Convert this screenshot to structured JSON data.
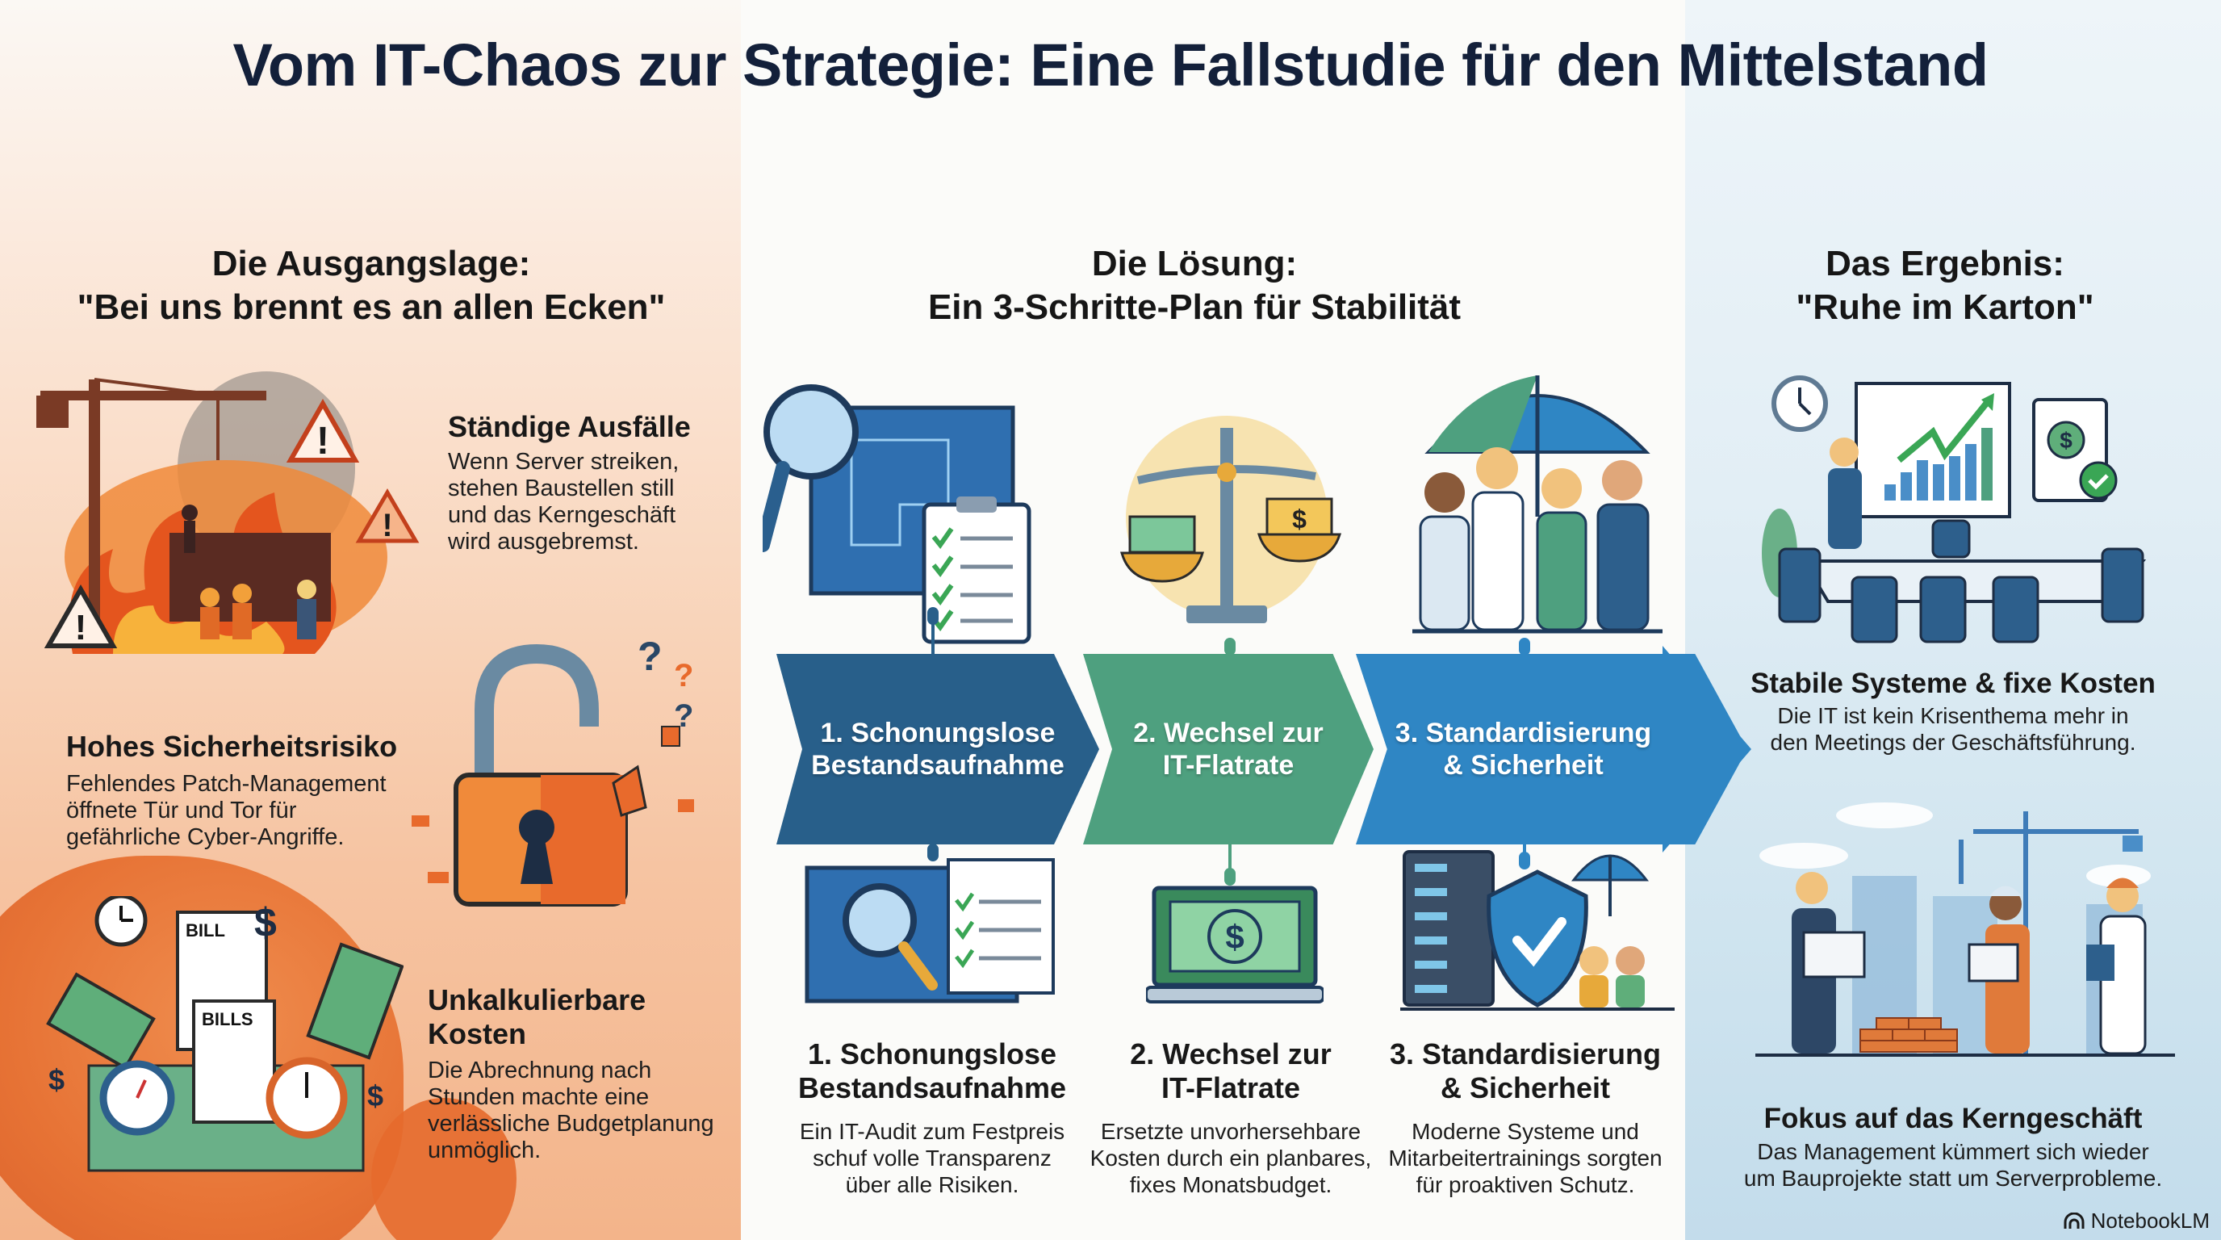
{
  "title": "Vom IT-Chaos zur Strategie: Eine Fallstudie für den Mittelstand",
  "colors": {
    "title": "#13203a",
    "step1": "#285f8a",
    "step2": "#4ea07f",
    "step3": "#2f86c4",
    "left_panel_accent": "#e66f30",
    "right_panel_bg": "#cfe4ef"
  },
  "situation": {
    "title_line1": "Die Ausgangslage:",
    "title_line2": "\"Bei uns brennt es an allen Ecken\"",
    "items": [
      {
        "heading": "Ständige Ausfälle",
        "text_lines": [
          "Wenn Server streiken,",
          "stehen Baustellen still",
          "und das Kerngeschäft",
          "wird ausgebremst."
        ],
        "icon": "burning-construction-site-icon"
      },
      {
        "heading": "Hohes Sicherheitsrisiko",
        "text_lines": [
          "Fehlendes Patch-Management",
          "öffnete Tür und Tor für",
          "gefährliche Cyber-Angriffe."
        ],
        "icon": "broken-padlock-icon"
      },
      {
        "heading_lines": [
          "Unkalkulierbare",
          "Kosten"
        ],
        "text_lines": [
          "Die Abrechnung nach",
          "Stunden machte eine",
          "verlässliche Budgetplanung",
          "unmöglich."
        ],
        "icon": "bills-and-clocks-icon",
        "icon_labels": [
          "BILL",
          "BILLS"
        ]
      }
    ]
  },
  "solution": {
    "title_line1": "Die Lösung:",
    "title_line2": "Ein 3-Schritte-Plan für Stabilität",
    "steps": [
      {
        "chevron_line1": "1. Schonungslose",
        "chevron_line2": "Bestandsaufnahme",
        "heading_line1": "1. Schonungslose",
        "heading_line2": "Bestandsaufnahme",
        "text_lines": [
          "Ein IT-Audit zum Festpreis",
          "schuf volle Transparenz",
          "über alle Risiken."
        ],
        "top_icon": "magnifier-blueprint-checklist-icon",
        "bottom_icon": "blueprint-audit-icon"
      },
      {
        "chevron_line1": "2. Wechsel zur",
        "chevron_line2": "IT-Flatrate",
        "heading_line1": "2. Wechsel zur",
        "heading_line2": "IT-Flatrate",
        "text_lines": [
          "Ersetzte unvorhersehbare",
          "Kosten durch ein planbares,",
          "fixes Monatsbudget."
        ],
        "top_icon": "balance-scale-money-icon",
        "bottom_icon": "laptop-dollar-bill-icon"
      },
      {
        "chevron_line1": "3. Standardisierung",
        "chevron_line2": "& Sicherheit",
        "heading_line1": "3. Standardisierung",
        "heading_line2": "& Sicherheit",
        "text_lines": [
          "Moderne Systeme und",
          "Mitarbeitertrainings sorgten",
          "für proaktiven Schutz."
        ],
        "top_icon": "team-under-umbrella-icon",
        "bottom_icon": "server-shield-umbrella-icon"
      }
    ]
  },
  "result": {
    "title_line1": "Das Ergebnis:",
    "title_line2": "\"Ruhe im Karton\"",
    "items": [
      {
        "heading": "Stabile Systeme & fixe Kosten",
        "text_lines": [
          "Die IT ist kein Krisenthema mehr in",
          "den Meetings der Geschäftsführung."
        ],
        "icon": "meeting-room-growth-chart-icon"
      },
      {
        "heading": "Fokus auf das Kerngeschäft",
        "text_lines": [
          "Das Management kümmert sich wieder",
          "um Bauprojekte statt um Serverprobleme."
        ],
        "icon": "construction-team-blueprint-icon"
      }
    ]
  },
  "branding": {
    "label": "NotebookLM"
  }
}
